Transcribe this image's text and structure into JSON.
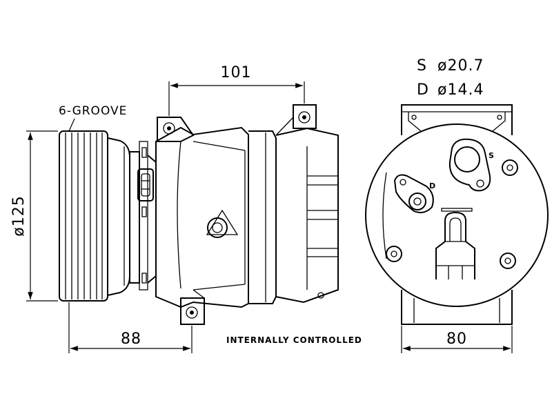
{
  "labels": {
    "groove": "6-GROOVE",
    "control": "INTERNALLY CONTROLLED",
    "suction_port": "S",
    "discharge_port": "D"
  },
  "dimensions": {
    "body_length": "101",
    "pulley_diameter": "ø125",
    "pulley_offset": "88",
    "rear_width": "80",
    "suction_diameter": "ø20.7",
    "discharge_diameter": "ø14.4"
  }
}
